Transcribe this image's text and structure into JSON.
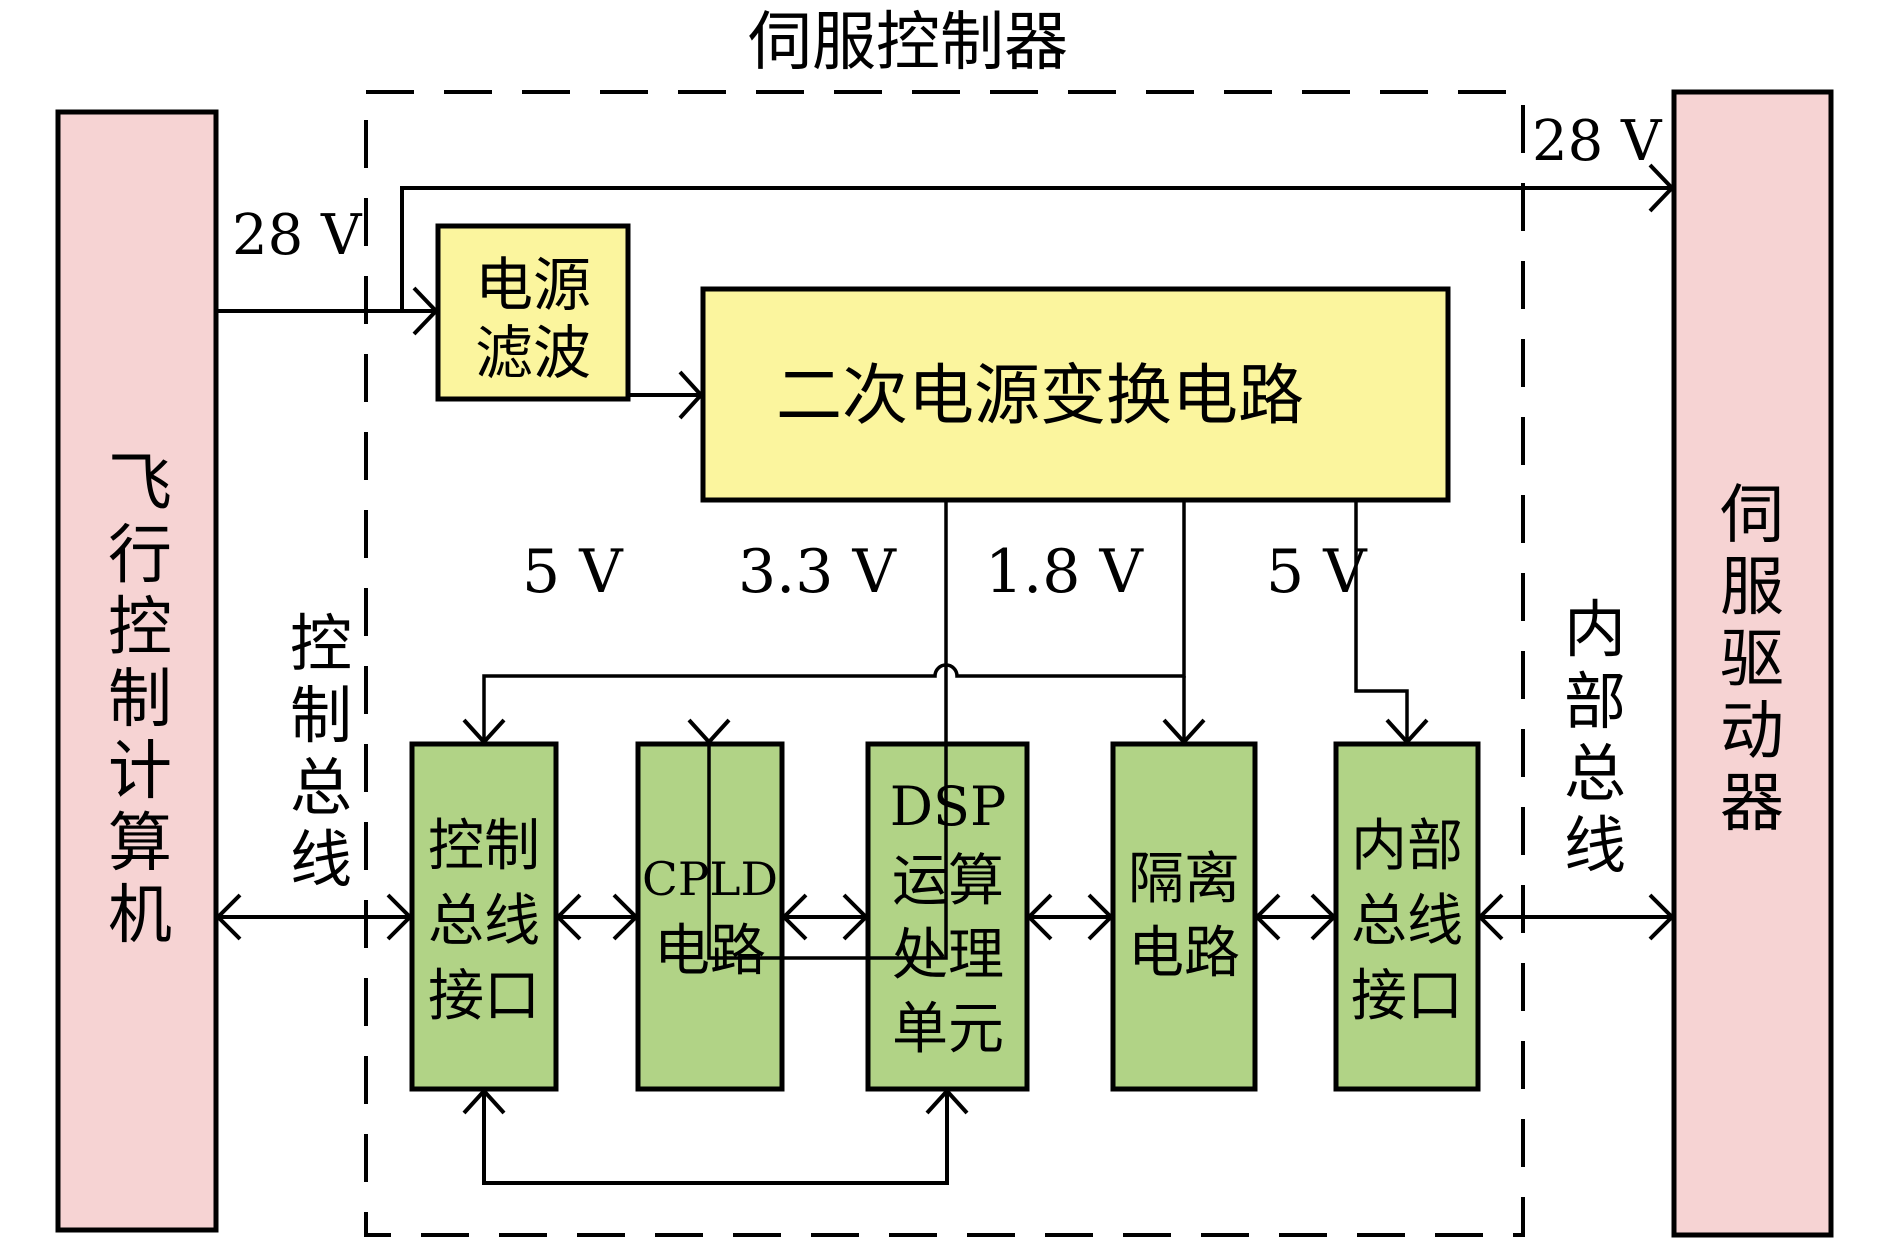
{
  "title": "伺服控制器",
  "colors": {
    "external": "#F6D3D3",
    "power": "#FBF59E",
    "module": "#B1D386",
    "line": "#000000"
  },
  "external_blocks": {
    "flight_computer": {
      "label": [
        "飞",
        "行",
        "控",
        "制",
        "计",
        "算",
        "机"
      ]
    },
    "servo_driver": {
      "label": [
        "伺",
        "服",
        "驱",
        "动",
        "器"
      ]
    }
  },
  "power_blocks": {
    "filter": {
      "label": [
        "电源",
        "滤波"
      ]
    },
    "converter": {
      "label": "二次电源变换电路"
    }
  },
  "modules": [
    {
      "id": "control-bus-interface",
      "label": [
        "控制",
        "总线",
        "接口"
      ]
    },
    {
      "id": "cpld",
      "label": [
        "CPLD",
        "电路"
      ]
    },
    {
      "id": "dsp",
      "label": [
        "DSP",
        "运算",
        "处理",
        "单元"
      ]
    },
    {
      "id": "isolation",
      "label": [
        "隔离",
        "电路"
      ]
    },
    {
      "id": "internal-bus-interface",
      "label": [
        "内部",
        "总线",
        "接口"
      ]
    }
  ],
  "voltage_labels": {
    "input_28v": "28 V",
    "output_28v": "28 V",
    "rail_5v_a": "5 V",
    "rail_3v3": "3.3 V",
    "rail_1v8": "1.8 V",
    "rail_5v_b": "5 V"
  },
  "bus_labels": {
    "control_bus": [
      "控",
      "制",
      "总",
      "线"
    ],
    "internal_bus": [
      "内",
      "部",
      "总",
      "线"
    ]
  }
}
